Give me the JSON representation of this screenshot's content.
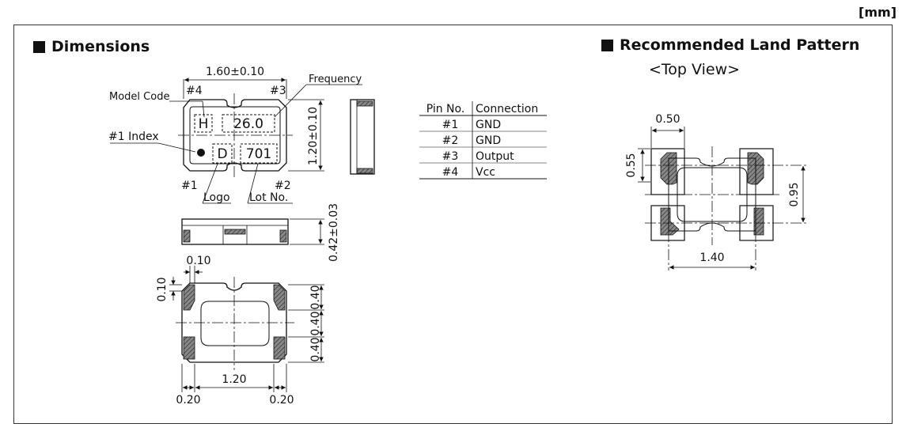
{
  "unit_label": "[mm]",
  "dimensions": {
    "title": "Dimensions",
    "top_width": "1.60±0.10",
    "pin4": "#4",
    "pin3": "#3",
    "pin1": "#1",
    "pin2": "#2",
    "model_code_label": "Model Code",
    "frequency_label": "Frequency",
    "index_label": "#1 Index",
    "logo_label": "Logo",
    "lot_label": "Lot No.",
    "marking_model": "H",
    "marking_freq": "26.0",
    "marking_logo": "D",
    "marking_lot": "701",
    "height_dim": "1.20±0.10",
    "thickness_dim": "0.42±0.03",
    "bottom_pad_w": "0.10",
    "bottom_pad_h": "0.10",
    "bottom_r1": "0.40",
    "bottom_r2": "0.40",
    "bottom_r3": "0.40",
    "bottom_center": "1.20",
    "bottom_left": "0.20",
    "bottom_right": "0.20"
  },
  "pin_table": {
    "headers": [
      "Pin No.",
      "Connection"
    ],
    "rows": [
      [
        "#1",
        "GND"
      ],
      [
        "#2",
        "GND"
      ],
      [
        "#3",
        "Output"
      ],
      [
        "#4",
        "Vcc"
      ]
    ]
  },
  "land_pattern": {
    "title": "Recommended Land Pattern",
    "subtitle": "<Top View>",
    "pad_w": "0.50",
    "pad_h": "0.55",
    "pitch_v": "0.95",
    "pitch_h": "1.40"
  }
}
